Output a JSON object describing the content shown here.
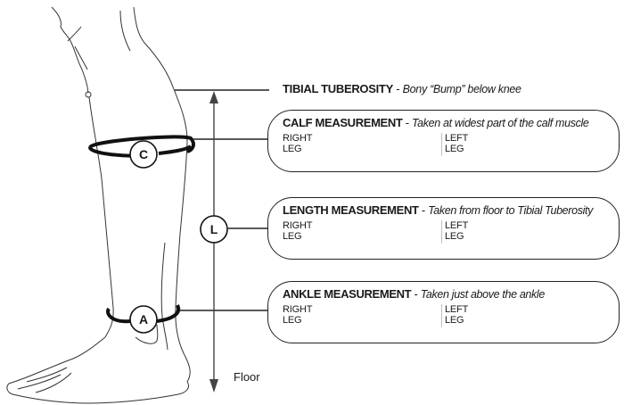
{
  "tibial_tuberosity": {
    "title": "TIBIAL TUBEROSITY",
    "separator": " - ",
    "description": "Bony “Bump” below knee"
  },
  "measurements": [
    {
      "key": "C",
      "title": "CALF MEASUREMENT",
      "separator": " - ",
      "description": "Taken at  widest part of the calf muscle",
      "right_label_1": "RIGHT",
      "right_label_2": "LEG",
      "left_label_1": "LEFT",
      "left_label_2": "LEG"
    },
    {
      "key": "L",
      "title": "LENGTH MEASUREMENT",
      "separator": " - ",
      "description": "Taken from floor to Tibial Tuberosity",
      "right_label_1": "RIGHT",
      "right_label_2": "LEG",
      "left_label_1": "LEFT",
      "left_label_2": "LEG"
    },
    {
      "key": "A",
      "title": "ANKLE MEASUREMENT",
      "separator": " - ",
      "description": "Taken just above the ankle",
      "right_label_1": "RIGHT",
      "right_label_2": "LEG",
      "left_label_1": "LEFT",
      "left_label_2": "LEG"
    }
  ],
  "floor_label": "Floor",
  "colors": {
    "line": "#222222",
    "arrow": "#444444",
    "divider": "#b9c0cc"
  }
}
